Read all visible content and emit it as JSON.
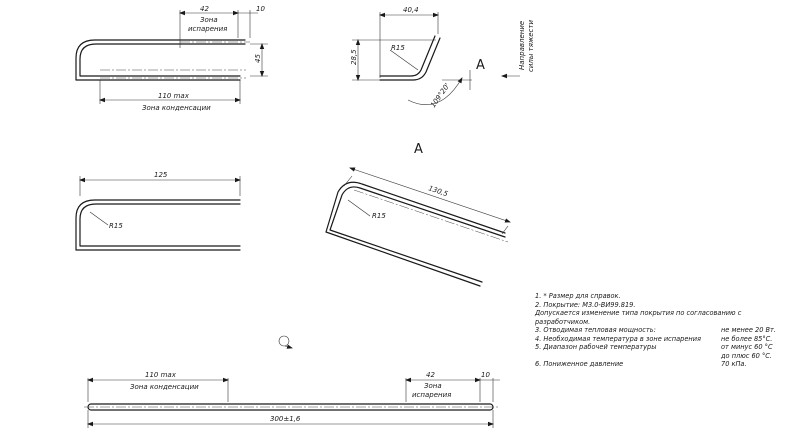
{
  "top_left_view": {
    "dim_42": "42",
    "dim_10": "10",
    "dim_45": "45",
    "zone_evap_line1": "Зона",
    "zone_evap_line2": "испарения",
    "dim_110": "110 max",
    "zone_cond": "Зона конденсации"
  },
  "bend_detail": {
    "dim_404": "40,4",
    "dim_285": "28,5",
    "radius": "R15",
    "angle": "109°20'",
    "view_letter": "A",
    "gravity_line1": "Направление",
    "gravity_line2": "силы тяжести"
  },
  "view_a_title": "A",
  "mid_left_view": {
    "dim_125": "125",
    "radius": "R15"
  },
  "mid_right_view": {
    "dim_1305": "130,5",
    "radius": "R15"
  },
  "bottom_view": {
    "dim_110": "110 max",
    "zone_cond": "Зона конденсации",
    "dim_42": "42",
    "dim_10": "10",
    "zone_evap_line1": "Зона",
    "zone_evap_line2": "испарения",
    "dim_total": "300±1,6"
  },
  "notes": {
    "n1": "1. * Размер для справок.",
    "n2": "2. Покрытие: М3.0-ВИ99.819.",
    "n2b_line1": "Допускается изменение типа покрытия по согласованию с",
    "n2b_line2": "разработчиком.",
    "n3_label": "3. Отводимая тепловая мощность:",
    "n3_value": "не менее 20 Вт.",
    "n4_label": "4. Необходимая температура в зоне испарения",
    "n4_value": "не более 85°С.",
    "n5_label": "5. Диапазон рабочей температуры",
    "n5_value1": "от минус 60 °С",
    "n5_value2": "до плюс 60 °С.",
    "n6_label": "6. Пониженное давление",
    "n6_value": "70 кПа."
  }
}
